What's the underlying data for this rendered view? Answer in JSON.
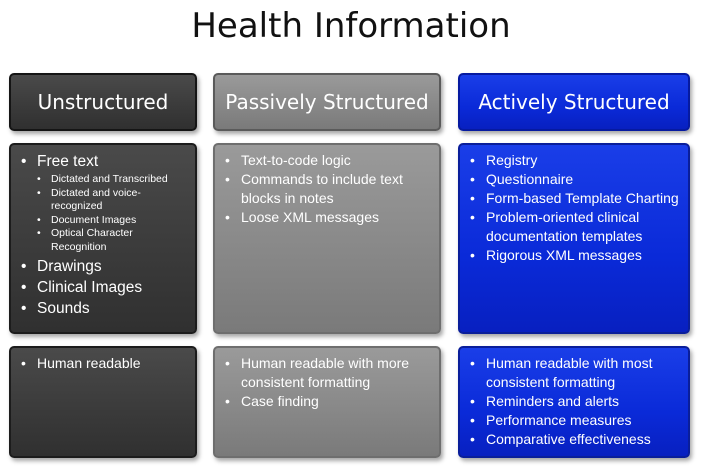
{
  "title": "Health Information",
  "columns": [
    {
      "header": "Unstructured",
      "body_items": [
        {
          "text": "Free text",
          "sub": [
            "Dictated and Transcribed",
            "Dictated and voice-recognized",
            "Document Images",
            "Optical Character Recognition"
          ]
        },
        {
          "text": "Drawings"
        },
        {
          "text": "Clinical Images"
        },
        {
          "text": "Sounds"
        }
      ],
      "footer_items": [
        "Human readable"
      ]
    },
    {
      "header": "Passively Structured",
      "body_items": [
        "Text-to-code logic",
        "Commands to include text blocks in notes",
        "Loose XML messages"
      ],
      "footer_items": [
        "Human readable with more consistent formatting",
        "Case finding"
      ]
    },
    {
      "header": "Actively Structured",
      "body_items": [
        "Registry",
        "Questionnaire",
        "Form-based Template Charting",
        "Problem-oriented clinical documentation templates",
        "Rigorous XML messages"
      ],
      "footer_items": [
        "Human readable with most consistent formatting",
        "Reminders and alerts",
        "Performance measures",
        "Comparative effectiveness"
      ]
    }
  ],
  "colors": {
    "unstructured": "#3a3a3a",
    "passively_structured": "#878787",
    "actively_structured": "#0a2ad8",
    "text": "#ffffff"
  }
}
